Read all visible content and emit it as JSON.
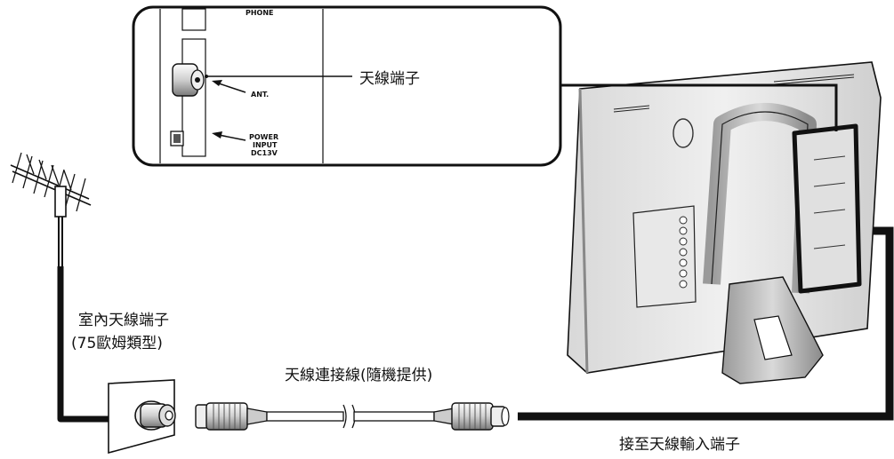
{
  "callout": {
    "phone_label": "PHONE",
    "ant_label": "ANT.",
    "power_lines": [
      "POWER",
      "INPUT",
      "DC13V"
    ],
    "antenna_terminal_label": "天線端子"
  },
  "wall_outlet": {
    "label_line1": "室內天線端子",
    "label_line2": "(75歐姆類型)"
  },
  "cable": {
    "label": "天線連接線(隨機提供)"
  },
  "destination": {
    "label": "接至天線輸入端子"
  },
  "icons": [
    "antenna-icon",
    "wall-outlet-icon",
    "coax-plug-icon",
    "tv-monitor-icon",
    "arrow-icon"
  ]
}
